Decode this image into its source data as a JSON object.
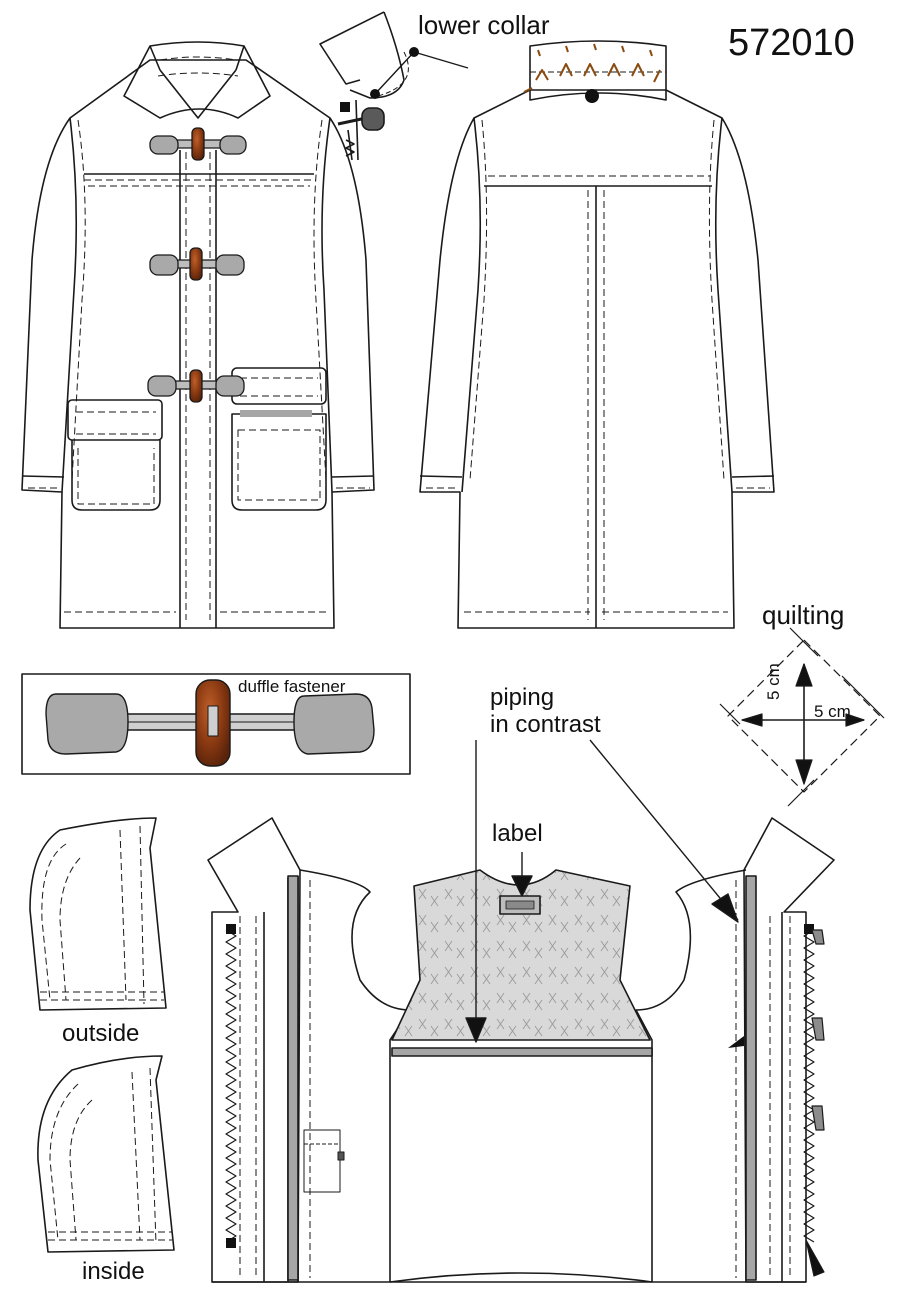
{
  "title": "572010",
  "labels": {
    "lower_collar": "lower collar",
    "quilting": "quilting",
    "duffle_fastener": "duffle fastener",
    "piping_line1": "piping",
    "piping_line2": "in contrast",
    "label": "label",
    "outside": "outside",
    "inside": "inside",
    "dim_vertical": "5 cm",
    "dim_horizontal": "5 cm"
  },
  "colors": {
    "line": "#1a1a1a",
    "toggle_grey": "#a9a9a9",
    "toggle_wood": "#8b3a12",
    "quilt_fill": "#d9d9d9",
    "piping": "#a6a6a6",
    "stitch_brown": "#8a4b12"
  }
}
